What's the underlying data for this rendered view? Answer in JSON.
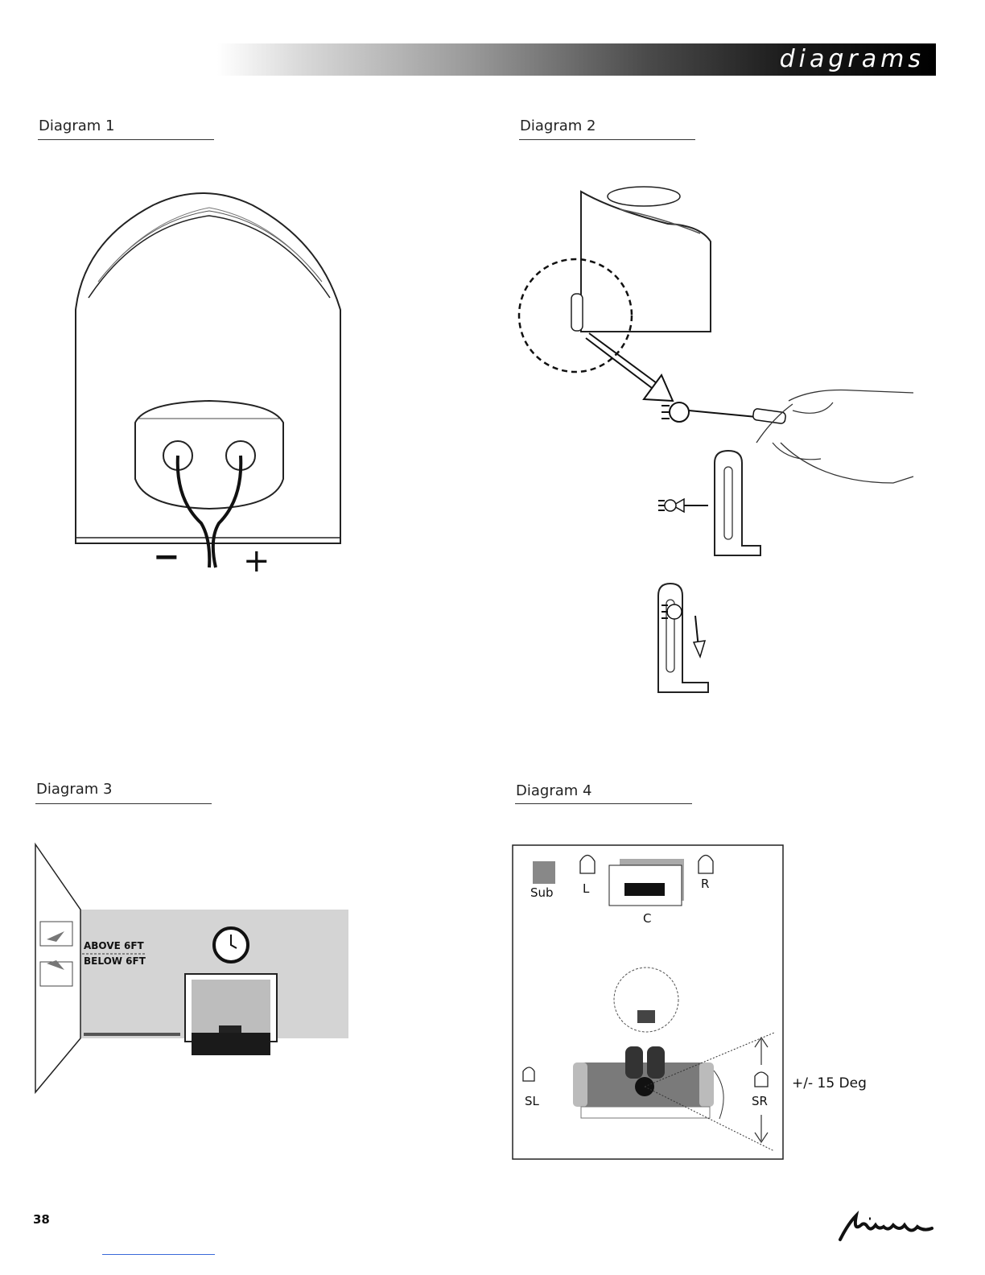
{
  "header": {
    "section_title": "diagrams"
  },
  "diagrams": {
    "d1": {
      "label": "Diagram 1",
      "minus": "−",
      "plus": "+"
    },
    "d2": {
      "label": "Diagram 2"
    },
    "d3": {
      "label": "Diagram 3",
      "above": "ABOVE 6FT",
      "below": "BELOW 6FT"
    },
    "d4": {
      "label": "Diagram 4",
      "sub": "Sub",
      "left": "L",
      "right": "R",
      "center": "C",
      "surround_left": "SL",
      "surround_right": "SR",
      "angle": "+/- 15 Deg"
    }
  },
  "footer": {
    "page_number": "38",
    "brand": "Mirage"
  }
}
